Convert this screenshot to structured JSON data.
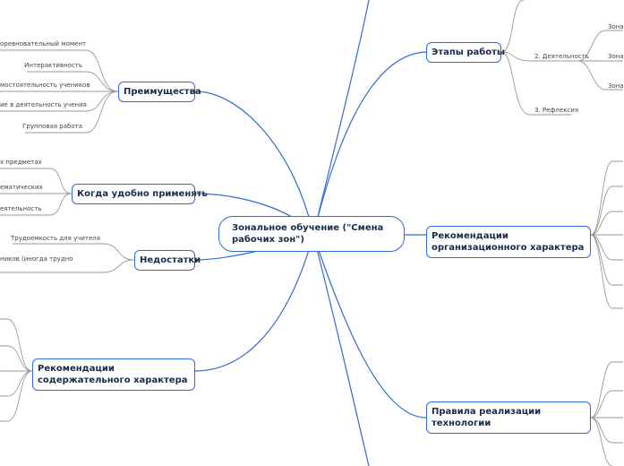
{
  "colors": {
    "main_branch": "#2f6bd6",
    "sub_branch": "#9a9a9a",
    "node_border": "#2f6bd6",
    "text": "#1b2a4a"
  },
  "center": {
    "label": "Зональное обучение (\"Смена рабочих зон\")"
  },
  "branches": {
    "advantages": {
      "label": "Преимущества",
      "items": [
        "оревновательный момент",
        "Интерактивность",
        "мостоятельность учеников",
        "ие в деятельность учения",
        "Групповая работа"
      ]
    },
    "when": {
      "label": "Когда удобно применять",
      "items": [
        "х предметах",
        "ематических",
        "еятельность"
      ]
    },
    "disadvantages": {
      "label": "Недостатки",
      "items": [
        "Трудоемкость для учителя",
        "ников (иногда трудно"
      ]
    },
    "content_rec": {
      "label": "Рекомендации содержательного характера"
    },
    "stages": {
      "label": "Этапы работы",
      "items": [
        "2. Деятельность",
        "3. Рефлексия"
      ],
      "sub_items": [
        "Зона",
        "Зона",
        "Зона"
      ]
    },
    "org_rec": {
      "label": "Рекомендации организационного характера"
    },
    "rules": {
      "label": "Правила реализации технологии"
    }
  }
}
